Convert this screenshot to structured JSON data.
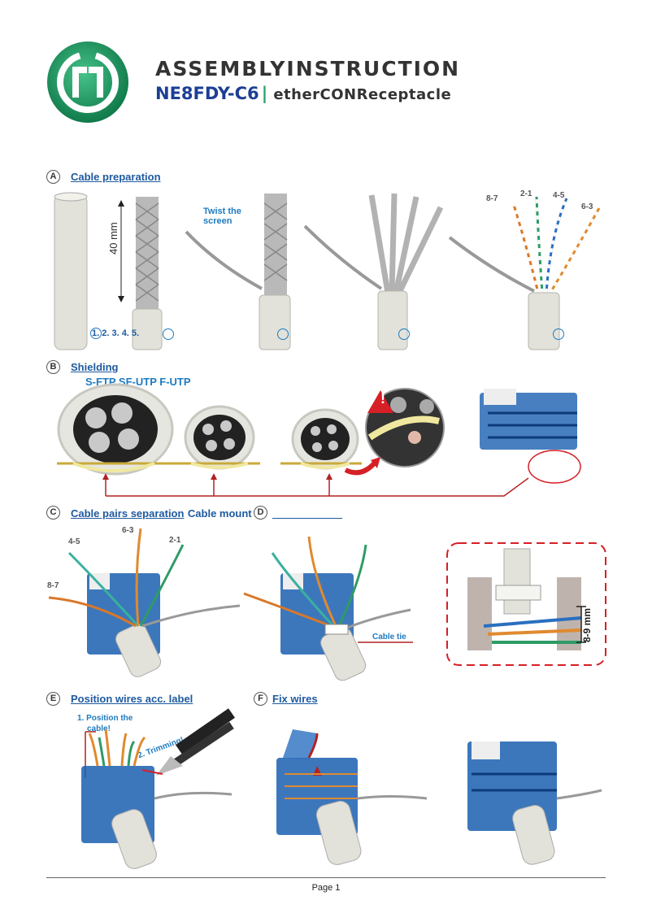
{
  "header": {
    "title": "ASSEMBLYINSTRUCTION",
    "product": "NE8FDY-C6",
    "separator": "|",
    "subtitle": "etherCONReceptacle"
  },
  "sectionA": {
    "letter": "A",
    "title": "Cable preparation",
    "dimension": "40 mm",
    "twist_note": "Twist the screen",
    "twist_line1": "Twist the",
    "twist_line2": "screen",
    "steps": "1. 2. 3. 4. 5.",
    "wire_labels": [
      "8-7",
      "2-1",
      "4-5",
      "6-3"
    ]
  },
  "sectionB": {
    "letter": "B",
    "title": "Shielding",
    "cable_types": "S-FTP SF-UTP F-UTP",
    "warning": "!"
  },
  "sectionC": {
    "letter": "C",
    "title": "Cable pairs separation",
    "wire_labels": [
      "6-3",
      "4-5",
      "2-1",
      "8-7"
    ]
  },
  "sectionD": {
    "letter": "D",
    "title": "Cable mount",
    "cable_tie": "Cable tie",
    "dimension": "8-9 mm"
  },
  "sectionE": {
    "letter": "E",
    "title": "Position wires acc. label",
    "note1_line1": "1. Position the",
    "note1_line2": "cable!",
    "note2": "2. Trimming!"
  },
  "sectionF": {
    "letter": "F",
    "title": "Fix wires"
  },
  "footer": {
    "page": "Page 1"
  },
  "colors": {
    "brand_blue": "#1e5aa0",
    "brand_green": "#2aa36d",
    "accent_red": "#c8102e"
  }
}
